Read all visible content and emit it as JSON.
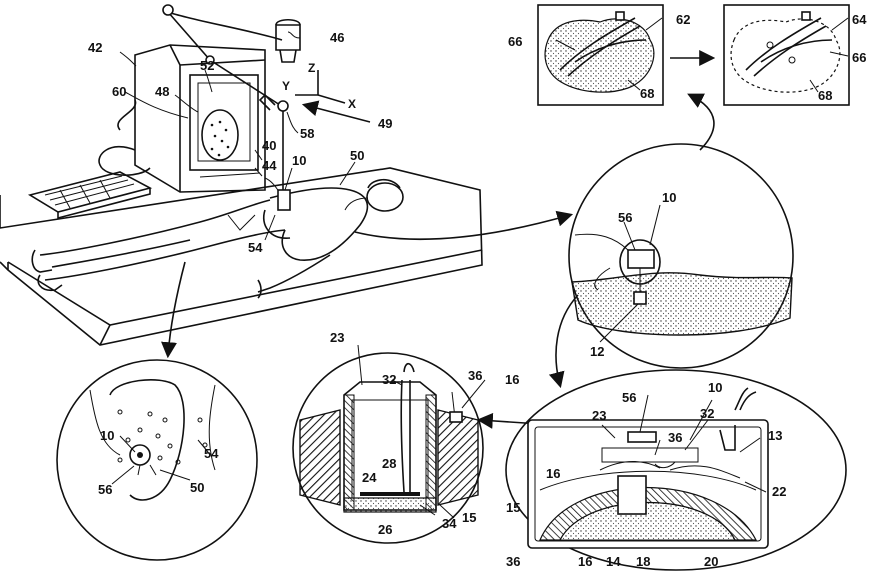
{
  "figure": {
    "labels": {
      "l10a": "10",
      "l10b": "10",
      "l10c": "10",
      "l10d": "10",
      "l12": "12",
      "l13": "13",
      "l14": "14",
      "l15a": "15",
      "l15b": "15",
      "l16a": "16",
      "l16b": "16",
      "l16c": "16",
      "l18": "18",
      "l20": "20",
      "l22": "22",
      "l23a": "23",
      "l23b": "23",
      "l24": "24",
      "l26": "26",
      "l28": "28",
      "l32a": "32",
      "l32b": "32",
      "l34": "34",
      "l36a": "36",
      "l36b": "36",
      "l36c": "36",
      "l40": "40",
      "l42": "42",
      "l44": "44",
      "l46": "46",
      "l48": "48",
      "l49": "49",
      "l50a": "50",
      "l50b": "50",
      "l52": "52",
      "l54a": "54",
      "l54b": "54",
      "l56a": "56",
      "l56b": "56",
      "l56c": "56",
      "l58": "58",
      "l60": "60",
      "l62": "62",
      "l64": "64",
      "l66a": "66",
      "l66b": "66",
      "l68a": "68",
      "l68b": "68"
    },
    "axes": {
      "x": "X",
      "y": "Y",
      "z": "Z"
    }
  }
}
